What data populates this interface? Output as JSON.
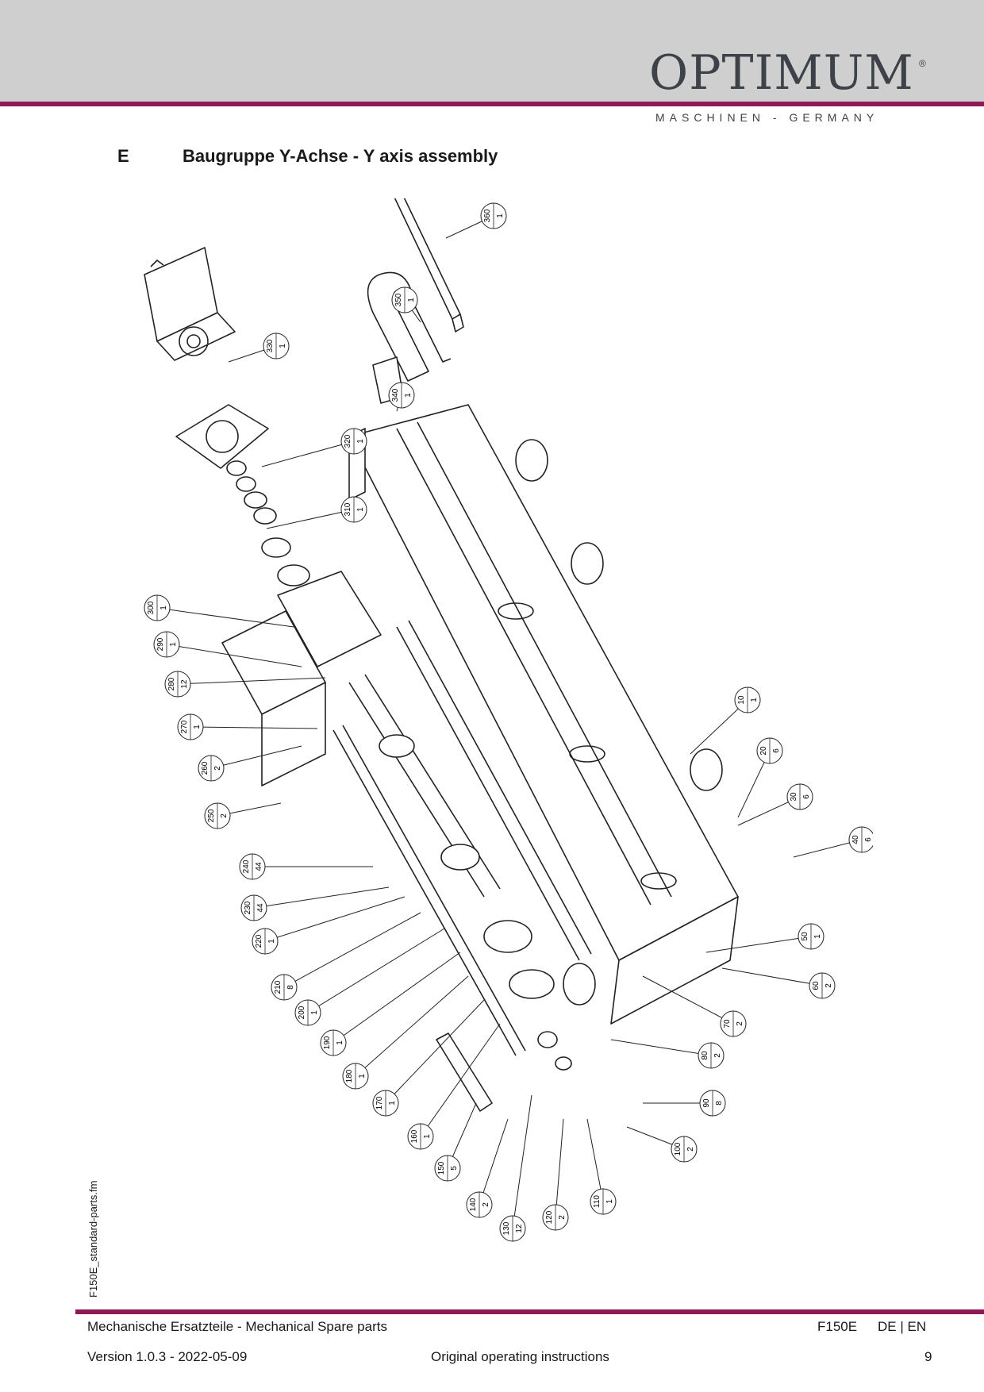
{
  "header": {
    "brand": "OPTIMUM",
    "registered_mark": "®",
    "tagline": "MASCHINEN - GERMANY"
  },
  "section": {
    "letter": "E",
    "title": "Baugruppe Y-Achse - Y axis assembly"
  },
  "callouts": [
    {
      "part": "10",
      "qty": "1"
    },
    {
      "part": "20",
      "qty": "6"
    },
    {
      "part": "30",
      "qty": "6"
    },
    {
      "part": "40",
      "qty": "6"
    },
    {
      "part": "50",
      "qty": "1"
    },
    {
      "part": "60",
      "qty": "2"
    },
    {
      "part": "70",
      "qty": "2"
    },
    {
      "part": "80",
      "qty": "2"
    },
    {
      "part": "90",
      "qty": "8"
    },
    {
      "part": "100",
      "qty": "2"
    },
    {
      "part": "110",
      "qty": "1"
    },
    {
      "part": "120",
      "qty": "2"
    },
    {
      "part": "130",
      "qty": "12"
    },
    {
      "part": "140",
      "qty": "2"
    },
    {
      "part": "150",
      "qty": "5"
    },
    {
      "part": "160",
      "qty": "1"
    },
    {
      "part": "170",
      "qty": "1"
    },
    {
      "part": "180",
      "qty": "1"
    },
    {
      "part": "190",
      "qty": "1"
    },
    {
      "part": "200",
      "qty": "1"
    },
    {
      "part": "210",
      "qty": "8"
    },
    {
      "part": "220",
      "qty": "1"
    },
    {
      "part": "230",
      "qty": "44"
    },
    {
      "part": "240",
      "qty": "44"
    },
    {
      "part": "250",
      "qty": "2"
    },
    {
      "part": "260",
      "qty": "2"
    },
    {
      "part": "270",
      "qty": "1"
    },
    {
      "part": "280",
      "qty": "12"
    },
    {
      "part": "290",
      "qty": "1"
    },
    {
      "part": "300",
      "qty": "1"
    },
    {
      "part": "310",
      "qty": "1"
    },
    {
      "part": "320",
      "qty": "1"
    },
    {
      "part": "330",
      "qty": "1"
    },
    {
      "part": "340",
      "qty": "1"
    },
    {
      "part": "350",
      "qty": "1"
    },
    {
      "part": "360",
      "qty": "1"
    }
  ],
  "side_file": "F150E_standard-parts.fm",
  "footer": {
    "left_top": "Mechanische Ersatzteile - Mechanical Spare parts",
    "model": "F150E",
    "languages": "DE | EN",
    "version": "Version 1.0.3 - 2022-05-09",
    "center": "Original operating instructions",
    "page": "9"
  }
}
